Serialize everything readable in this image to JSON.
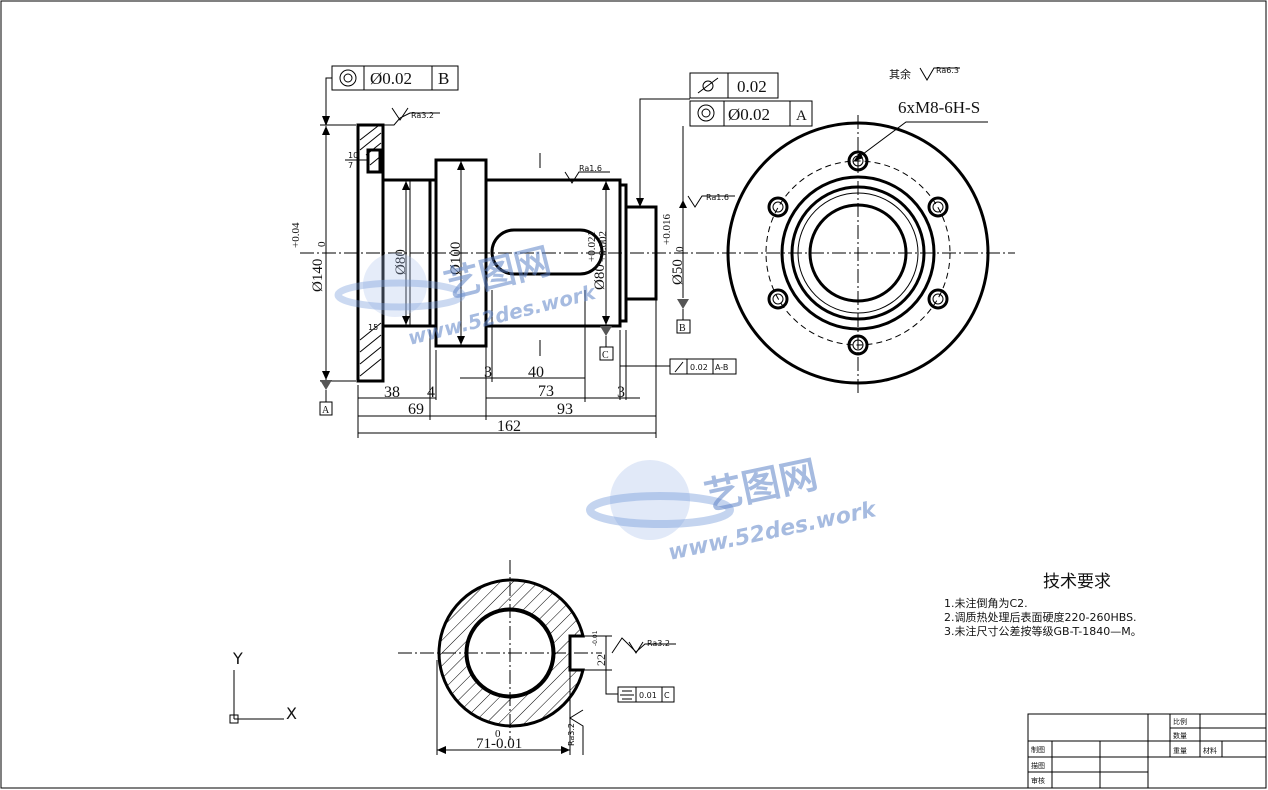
{
  "views": {
    "front": {
      "fcf_b": {
        "symbol": "◎",
        "value": "Ø0.02",
        "datum": "B"
      },
      "fcf_runout": {
        "symbol": "⌭",
        "value": "0.02"
      },
      "fcf_a": {
        "symbol": "◎",
        "value": "Ø0.02",
        "datum": "A"
      },
      "rough_top": "Ra3.2",
      "rough_mid": "Ra1.6",
      "rough_right": "Ra1.6",
      "small_10": "10",
      "small_7": "7",
      "small_15": "15",
      "tol_140": "+0.04",
      "tol_140_low": "0",
      "dim_140": "Ø140",
      "dim_80a": "Ø80",
      "dim_100": "Ø100",
      "dim_80b": "Ø80",
      "tol_80_up": "+0.021",
      "tol_80_low": "+0.002",
      "dim_50": "Ø50",
      "tol_50_up": "+0.016",
      "tol_50_low": "0",
      "datum_a": "A",
      "datum_b": "B",
      "datum_c": "C",
      "runout_note": "0.02",
      "runout_datum": "A-B",
      "dim_38": "38",
      "dim_4": "4",
      "dim_3a": "3",
      "dim_40": "40",
      "dim_73": "73",
      "dim_3b": "3",
      "dim_69": "69",
      "dim_93": "93",
      "dim_162": "162"
    },
    "side": {
      "rough_other_label": "其余",
      "rough_other_value": "Ra6.3",
      "thread": "6xM8-6H-S"
    },
    "section": {
      "dim_71": "71-0.01",
      "dim_71_top": "0",
      "dim_22": "22",
      "dim_22_tol": "-0.01",
      "rough_key": "Ra3.2",
      "rough_bottom": "Ra3.2",
      "sym_tol": "0.01",
      "sym_datum": "C"
    }
  },
  "axes": {
    "y": "Y",
    "x": "X"
  },
  "tech_req": {
    "title": "技术要求",
    "items": [
      "1.未注倒角为C2.",
      "2.调质热处理后表面硬度220-260HBS.",
      "3.未注尺寸公差按等级GB-T-1840—M。"
    ]
  },
  "title_block": {
    "scale_label": "比例",
    "qty_label": "数量",
    "weight_label": "重量",
    "material_label": "材料",
    "drawn_label": "制图",
    "traced_label": "描图",
    "checked_label": "审核"
  },
  "watermark": {
    "brand": "艺图网",
    "url": "www.52des.work",
    "color": "#5f84c8"
  }
}
